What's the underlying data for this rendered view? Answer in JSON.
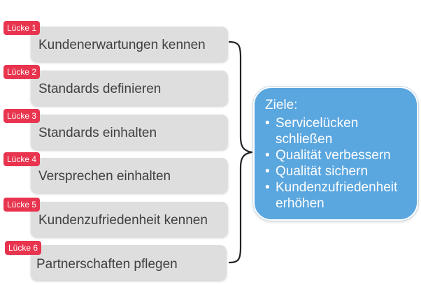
{
  "gaps": [
    {
      "tag": "Lücke 1",
      "label": "Kundenerwartungen kennen"
    },
    {
      "tag": "Lücke 2",
      "label": "Standards definieren"
    },
    {
      "tag": "Lücke 3",
      "label": "Standards einhalten"
    },
    {
      "tag": "Lücke 4",
      "label": "Versprechen einhalten"
    },
    {
      "tag": "Lücke 5",
      "label": "Kundenzufriedenheit kennen"
    },
    {
      "tag": "Lücke 6",
      "label": "Partnerschaften pflegen"
    }
  ],
  "goals": {
    "title": "Ziele:",
    "bullet": "•",
    "items": [
      "Servicelücken schließen",
      "Qualität verbessern",
      "Qualität sichern",
      "Kundenzufriedenheit erhöhen"
    ]
  },
  "colors": {
    "tag_red": "#e8344e",
    "box_gray": "#dedede",
    "goals_blue": "#5aa6df",
    "bracket": "#222222"
  }
}
